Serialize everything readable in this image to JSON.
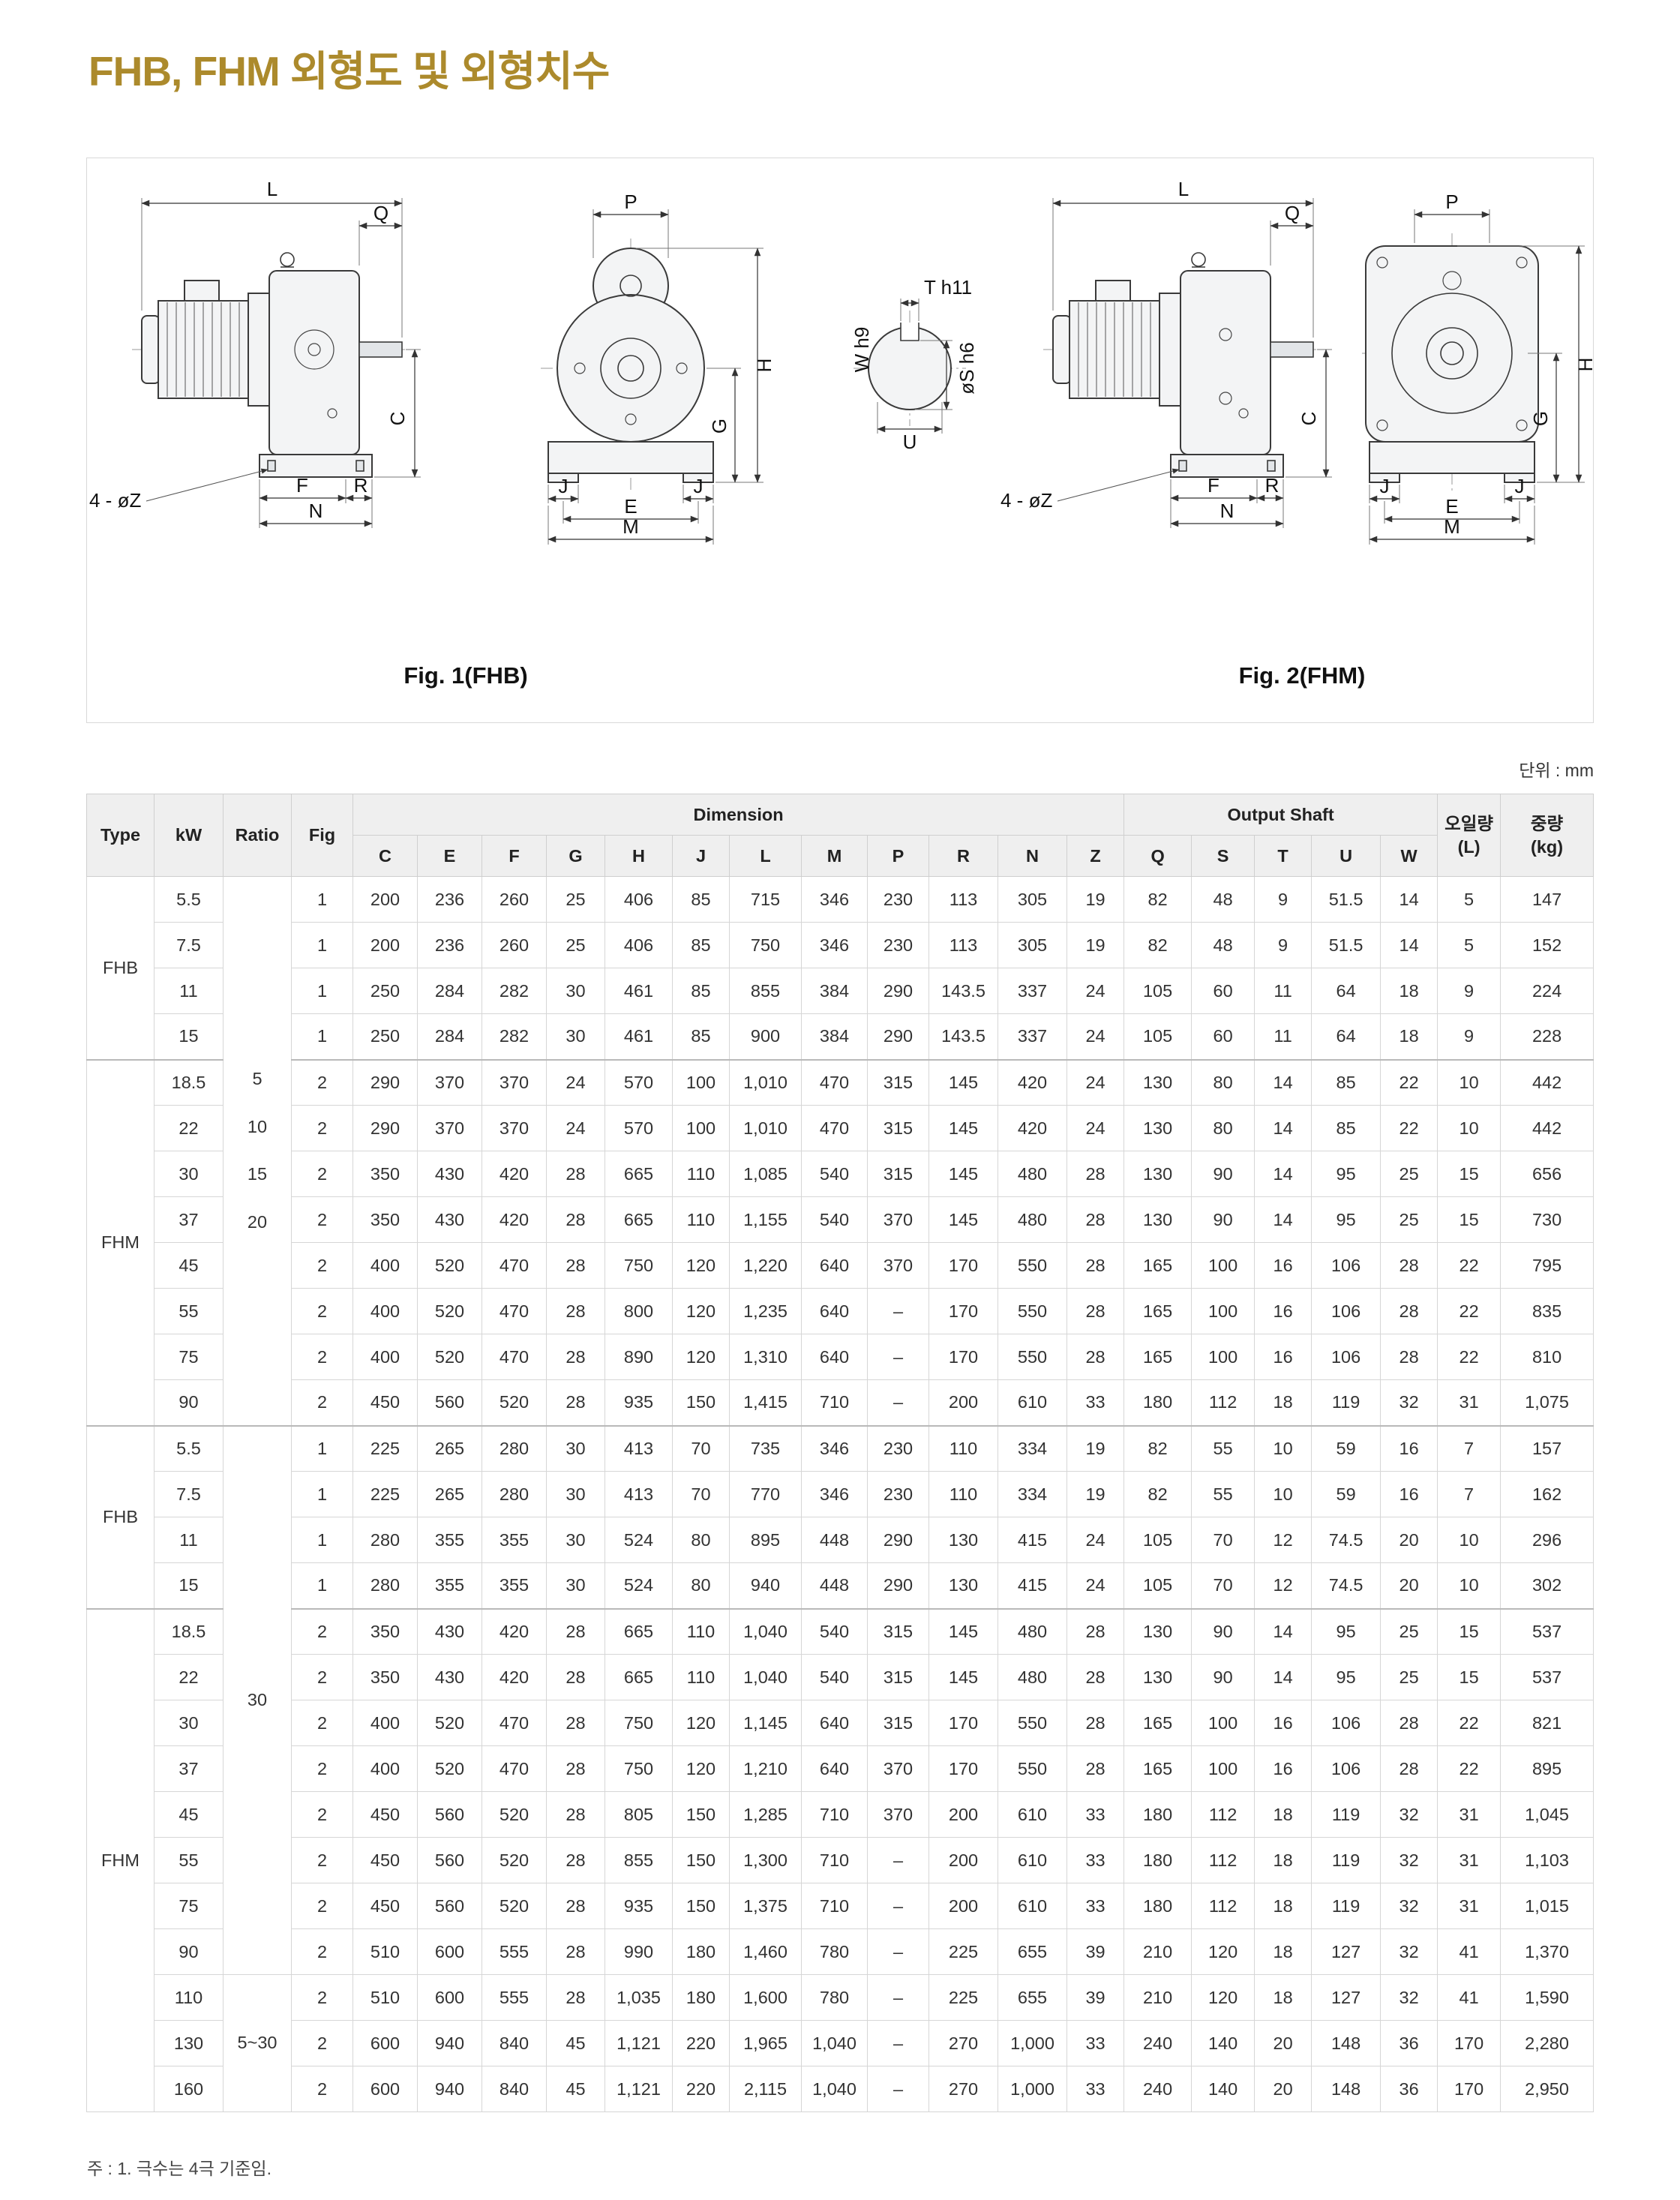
{
  "page": {
    "title": "FHB, FHM 외형도 및 외형치수",
    "unit_note": "단위 : mm",
    "footnote": "주 : 1. 극수는 4극 기준임."
  },
  "figures": {
    "fig1_caption": "Fig. 1(FHB)",
    "fig2_caption": "Fig. 2(FHM)",
    "labels": {
      "L": "L",
      "Q": "Q",
      "P": "P",
      "C": "C",
      "F": "F",
      "R": "R",
      "N": "N",
      "E": "E",
      "M": "M",
      "J": "J",
      "G": "G",
      "H": "H",
      "W": "W h9",
      "T": "T h11",
      "U": "U",
      "S": "øS h6",
      "Z4": "4 - øZ"
    }
  },
  "table": {
    "headers": {
      "type": "Type",
      "kw": "kW",
      "ratio": "Ratio",
      "fig": "Fig",
      "dimension": "Dimension",
      "output_shaft": "Output Shaft",
      "oil": "오일량\n(L)",
      "weight": "중량\n(kg)",
      "dim_cols": [
        "C",
        "E",
        "F",
        "G",
        "H",
        "J",
        "L",
        "M",
        "P",
        "R",
        "N",
        "Z"
      ],
      "shaft_cols": [
        "Q",
        "S",
        "T",
        "U",
        "W"
      ]
    },
    "type_spans": [
      {
        "label": "FHB",
        "start": 0,
        "count": 4
      },
      {
        "label": "FHM",
        "start": 4,
        "count": 8
      },
      {
        "label": "FHB",
        "start": 12,
        "count": 4
      },
      {
        "label": "FHM",
        "start": 16,
        "count": 11
      }
    ],
    "ratio_spans": [
      {
        "lines": [
          "5",
          "10",
          "15",
          "20"
        ],
        "start": 0,
        "count": 12
      },
      {
        "lines": [
          "30"
        ],
        "start": 12,
        "count": 12
      },
      {
        "lines": [
          "5~30"
        ],
        "start": 24,
        "count": 3
      }
    ],
    "group_starts": [
      4,
      12,
      16
    ],
    "rows": [
      {
        "kw": "5.5",
        "fig": "1",
        "v": [
          "200",
          "236",
          "260",
          "25",
          "406",
          "85",
          "715",
          "346",
          "230",
          "113",
          "305",
          "19",
          "82",
          "48",
          "9",
          "51.5",
          "14",
          "5",
          "147"
        ]
      },
      {
        "kw": "7.5",
        "fig": "1",
        "v": [
          "200",
          "236",
          "260",
          "25",
          "406",
          "85",
          "750",
          "346",
          "230",
          "113",
          "305",
          "19",
          "82",
          "48",
          "9",
          "51.5",
          "14",
          "5",
          "152"
        ]
      },
      {
        "kw": "11",
        "fig": "1",
        "v": [
          "250",
          "284",
          "282",
          "30",
          "461",
          "85",
          "855",
          "384",
          "290",
          "143.5",
          "337",
          "24",
          "105",
          "60",
          "11",
          "64",
          "18",
          "9",
          "224"
        ]
      },
      {
        "kw": "15",
        "fig": "1",
        "v": [
          "250",
          "284",
          "282",
          "30",
          "461",
          "85",
          "900",
          "384",
          "290",
          "143.5",
          "337",
          "24",
          "105",
          "60",
          "11",
          "64",
          "18",
          "9",
          "228"
        ]
      },
      {
        "kw": "18.5",
        "fig": "2",
        "v": [
          "290",
          "370",
          "370",
          "24",
          "570",
          "100",
          "1,010",
          "470",
          "315",
          "145",
          "420",
          "24",
          "130",
          "80",
          "14",
          "85",
          "22",
          "10",
          "442"
        ]
      },
      {
        "kw": "22",
        "fig": "2",
        "v": [
          "290",
          "370",
          "370",
          "24",
          "570",
          "100",
          "1,010",
          "470",
          "315",
          "145",
          "420",
          "24",
          "130",
          "80",
          "14",
          "85",
          "22",
          "10",
          "442"
        ]
      },
      {
        "kw": "30",
        "fig": "2",
        "v": [
          "350",
          "430",
          "420",
          "28",
          "665",
          "110",
          "1,085",
          "540",
          "315",
          "145",
          "480",
          "28",
          "130",
          "90",
          "14",
          "95",
          "25",
          "15",
          "656"
        ]
      },
      {
        "kw": "37",
        "fig": "2",
        "v": [
          "350",
          "430",
          "420",
          "28",
          "665",
          "110",
          "1,155",
          "540",
          "370",
          "145",
          "480",
          "28",
          "130",
          "90",
          "14",
          "95",
          "25",
          "15",
          "730"
        ]
      },
      {
        "kw": "45",
        "fig": "2",
        "v": [
          "400",
          "520",
          "470",
          "28",
          "750",
          "120",
          "1,220",
          "640",
          "370",
          "170",
          "550",
          "28",
          "165",
          "100",
          "16",
          "106",
          "28",
          "22",
          "795"
        ]
      },
      {
        "kw": "55",
        "fig": "2",
        "v": [
          "400",
          "520",
          "470",
          "28",
          "800",
          "120",
          "1,235",
          "640",
          "–",
          "170",
          "550",
          "28",
          "165",
          "100",
          "16",
          "106",
          "28",
          "22",
          "835"
        ]
      },
      {
        "kw": "75",
        "fig": "2",
        "v": [
          "400",
          "520",
          "470",
          "28",
          "890",
          "120",
          "1,310",
          "640",
          "–",
          "170",
          "550",
          "28",
          "165",
          "100",
          "16",
          "106",
          "28",
          "22",
          "810"
        ]
      },
      {
        "kw": "90",
        "fig": "2",
        "v": [
          "450",
          "560",
          "520",
          "28",
          "935",
          "150",
          "1,415",
          "710",
          "–",
          "200",
          "610",
          "33",
          "180",
          "112",
          "18",
          "119",
          "32",
          "31",
          "1,075"
        ]
      },
      {
        "kw": "5.5",
        "fig": "1",
        "v": [
          "225",
          "265",
          "280",
          "30",
          "413",
          "70",
          "735",
          "346",
          "230",
          "110",
          "334",
          "19",
          "82",
          "55",
          "10",
          "59",
          "16",
          "7",
          "157"
        ]
      },
      {
        "kw": "7.5",
        "fig": "1",
        "v": [
          "225",
          "265",
          "280",
          "30",
          "413",
          "70",
          "770",
          "346",
          "230",
          "110",
          "334",
          "19",
          "82",
          "55",
          "10",
          "59",
          "16",
          "7",
          "162"
        ]
      },
      {
        "kw": "11",
        "fig": "1",
        "v": [
          "280",
          "355",
          "355",
          "30",
          "524",
          "80",
          "895",
          "448",
          "290",
          "130",
          "415",
          "24",
          "105",
          "70",
          "12",
          "74.5",
          "20",
          "10",
          "296"
        ]
      },
      {
        "kw": "15",
        "fig": "1",
        "v": [
          "280",
          "355",
          "355",
          "30",
          "524",
          "80",
          "940",
          "448",
          "290",
          "130",
          "415",
          "24",
          "105",
          "70",
          "12",
          "74.5",
          "20",
          "10",
          "302"
        ]
      },
      {
        "kw": "18.5",
        "fig": "2",
        "v": [
          "350",
          "430",
          "420",
          "28",
          "665",
          "110",
          "1,040",
          "540",
          "315",
          "145",
          "480",
          "28",
          "130",
          "90",
          "14",
          "95",
          "25",
          "15",
          "537"
        ]
      },
      {
        "kw": "22",
        "fig": "2",
        "v": [
          "350",
          "430",
          "420",
          "28",
          "665",
          "110",
          "1,040",
          "540",
          "315",
          "145",
          "480",
          "28",
          "130",
          "90",
          "14",
          "95",
          "25",
          "15",
          "537"
        ]
      },
      {
        "kw": "30",
        "fig": "2",
        "v": [
          "400",
          "520",
          "470",
          "28",
          "750",
          "120",
          "1,145",
          "640",
          "315",
          "170",
          "550",
          "28",
          "165",
          "100",
          "16",
          "106",
          "28",
          "22",
          "821"
        ]
      },
      {
        "kw": "37",
        "fig": "2",
        "v": [
          "400",
          "520",
          "470",
          "28",
          "750",
          "120",
          "1,210",
          "640",
          "370",
          "170",
          "550",
          "28",
          "165",
          "100",
          "16",
          "106",
          "28",
          "22",
          "895"
        ]
      },
      {
        "kw": "45",
        "fig": "2",
        "v": [
          "450",
          "560",
          "520",
          "28",
          "805",
          "150",
          "1,285",
          "710",
          "370",
          "200",
          "610",
          "33",
          "180",
          "112",
          "18",
          "119",
          "32",
          "31",
          "1,045"
        ]
      },
      {
        "kw": "55",
        "fig": "2",
        "v": [
          "450",
          "560",
          "520",
          "28",
          "855",
          "150",
          "1,300",
          "710",
          "–",
          "200",
          "610",
          "33",
          "180",
          "112",
          "18",
          "119",
          "32",
          "31",
          "1,103"
        ]
      },
      {
        "kw": "75",
        "fig": "2",
        "v": [
          "450",
          "560",
          "520",
          "28",
          "935",
          "150",
          "1,375",
          "710",
          "–",
          "200",
          "610",
          "33",
          "180",
          "112",
          "18",
          "119",
          "32",
          "31",
          "1,015"
        ]
      },
      {
        "kw": "90",
        "fig": "2",
        "v": [
          "510",
          "600",
          "555",
          "28",
          "990",
          "180",
          "1,460",
          "780",
          "–",
          "225",
          "655",
          "39",
          "210",
          "120",
          "18",
          "127",
          "32",
          "41",
          "1,370"
        ]
      },
      {
        "kw": "110",
        "fig": "2",
        "v": [
          "510",
          "600",
          "555",
          "28",
          "1,035",
          "180",
          "1,600",
          "780",
          "–",
          "225",
          "655",
          "39",
          "210",
          "120",
          "18",
          "127",
          "32",
          "41",
          "1,590"
        ]
      },
      {
        "kw": "130",
        "fig": "2",
        "v": [
          "600",
          "940",
          "840",
          "45",
          "1,121",
          "220",
          "1,965",
          "1,040",
          "–",
          "270",
          "1,000",
          "33",
          "240",
          "140",
          "20",
          "148",
          "36",
          "170",
          "2,280"
        ]
      },
      {
        "kw": "160",
        "fig": "2",
        "v": [
          "600",
          "940",
          "840",
          "45",
          "1,121",
          "220",
          "2,115",
          "1,040",
          "–",
          "270",
          "1,000",
          "33",
          "240",
          "140",
          "20",
          "148",
          "36",
          "170",
          "2,950"
        ]
      }
    ]
  }
}
